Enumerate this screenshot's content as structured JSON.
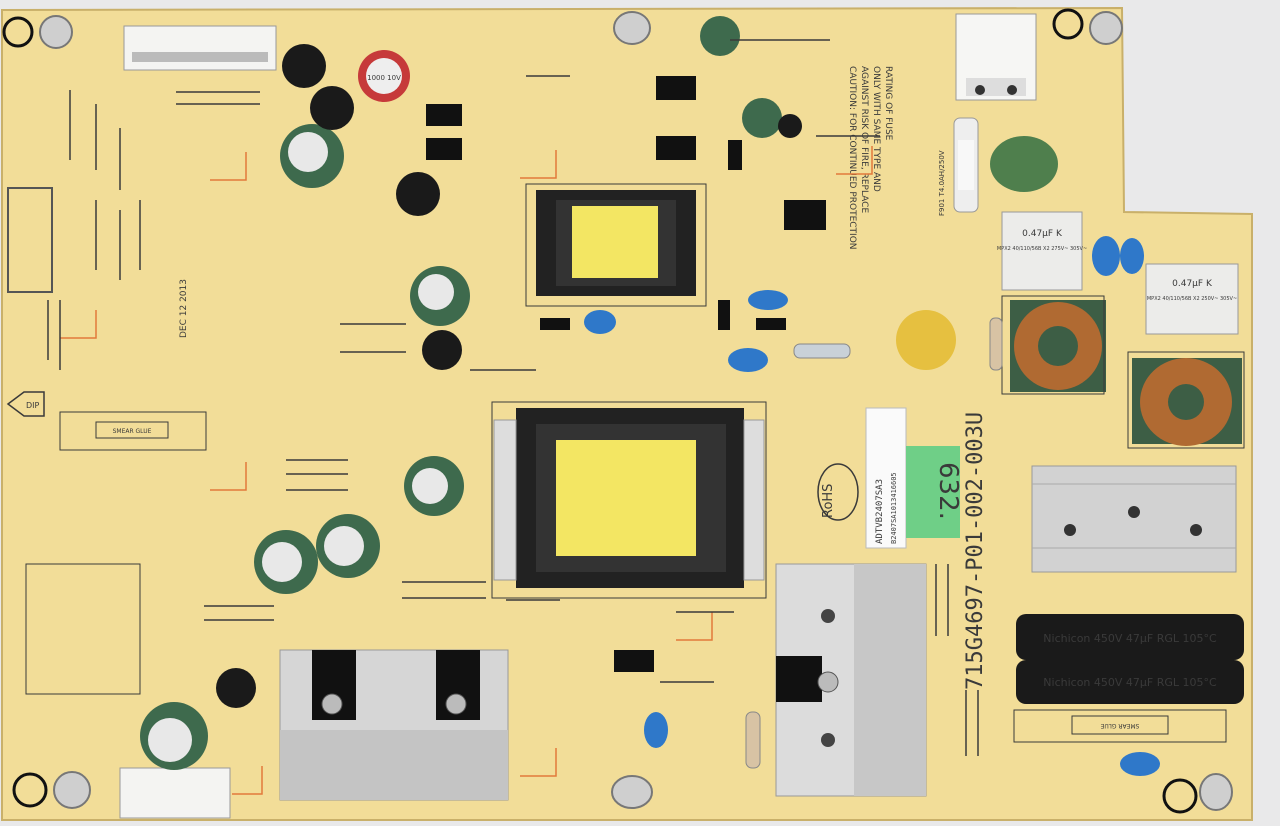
{
  "board": {
    "part_number": "715G4697-P01-002-003U",
    "rohs_mark": "RoHS",
    "green_sticker": "632.",
    "white_label_line1": "ADTVB2407SA3",
    "white_label_line2": "B2407SA1013416605",
    "caution_lines": [
      "CAUTION: FOR CONTINUED PROTECTION",
      "AGAINST RISK OF FIRE, REPLACE",
      "ONLY WITH SAME TYPE AND",
      "RATING OF FUSE"
    ],
    "fuse_label": "F901 T4.0AH/250V",
    "dip_label": "DIP",
    "smear_glue_label": "SMEAR GLUE",
    "date_code": "DEC 12 2013",
    "colors": {
      "pcb": "#f2dd98",
      "heatsink": "#d6d6d6",
      "transformer_tape": "#f3e663",
      "capacitor_green": "#3e6a4d",
      "capacitor_black": "#1a1a1a",
      "y_cap_blue": "#2f78c9",
      "varistor_green": "#4f7f4d",
      "copper_coil": "#b06a32"
    }
  },
  "caps": {
    "bulk_cap_1": "Nichicon 450V 47µF RGL 105°C",
    "bulk_cap_2": "Nichicon 450V 47µF RGL 105°C",
    "small_cap_1000": "1000 10V",
    "x_cap_label": "0.47µF K",
    "x_cap_sub": "MPX2 40/110/56B X2 275V~ 305V~",
    "x_cap_label_2": "0.47µF K",
    "x_cap_sub_2": "MPX2 40/110/56B X2 250V~ 305V~"
  }
}
